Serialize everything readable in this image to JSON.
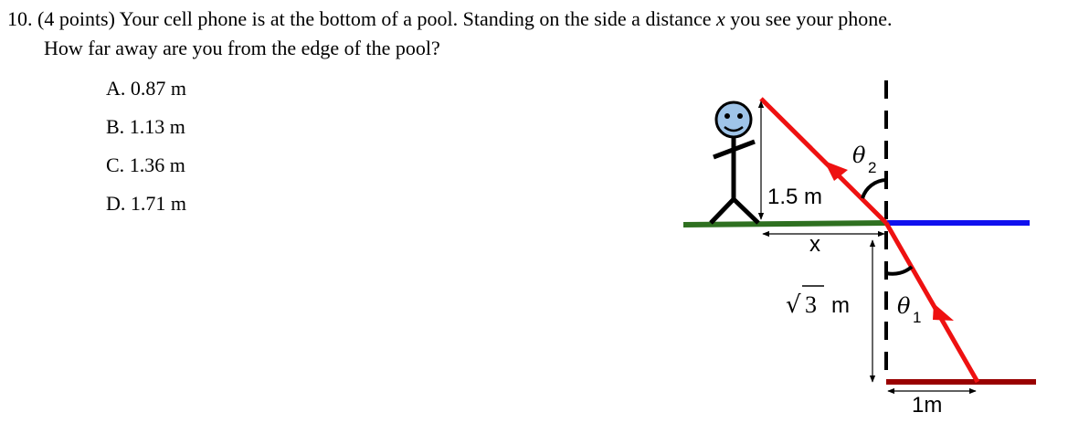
{
  "question": {
    "number": "10.",
    "points": "(4 points)",
    "text_part1": "Your cell phone is at the bottom of a pool. Standing on the side a distance",
    "variable": "x",
    "text_part2": "you see your phone.",
    "line2": "How far away are you from the edge of the pool?"
  },
  "choices": [
    {
      "letter": "A.",
      "value": "0.87 m"
    },
    {
      "letter": "B.",
      "value": "1.13 m"
    },
    {
      "letter": "C.",
      "value": "1.36 m"
    },
    {
      "letter": "D.",
      "value": "1.71 m"
    }
  ],
  "diagram": {
    "height_label": "1.5 m",
    "x_label": "x",
    "depth_radical": "√",
    "depth_value": "3",
    "depth_unit": "m",
    "theta": "θ",
    "theta1_sub": "1",
    "theta2_sub": "2",
    "bottom_label": "1m",
    "colors": {
      "ray": "#ee1111",
      "ground": "#2e7020",
      "water": "#1010ee",
      "pool_bottom": "#990000",
      "person_face": "#9fc4e8",
      "stroke": "#000000"
    }
  }
}
